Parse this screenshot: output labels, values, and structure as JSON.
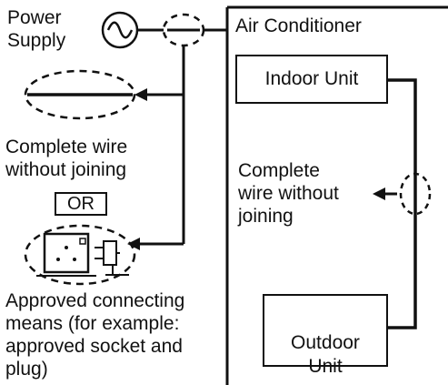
{
  "power_supply_label": "Power\nSupply",
  "air_conditioner_label": "Air Conditioner",
  "indoor_unit_label": "Indoor Unit",
  "outdoor_unit_label": "Outdoor\nUnit",
  "complete_wire_left_label": "Complete wire\nwithout joining",
  "or_label": "OR",
  "complete_wire_right_label": "Complete\nwire without\njoining",
  "approved_means_label": "Approved connecting\nmeans (for example:\napproved socket and\nplug)"
}
